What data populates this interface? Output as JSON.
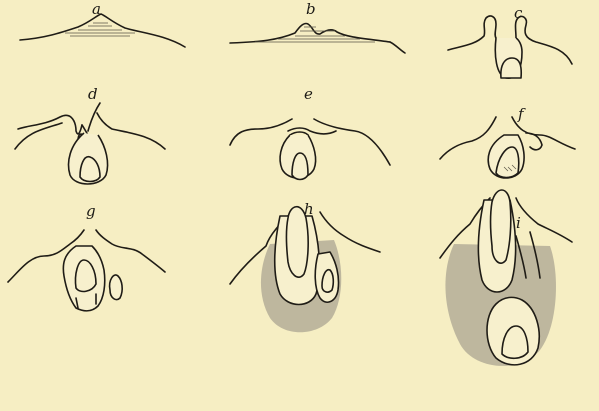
{
  "background_color": "#f6eec3",
  "ink_color": "#1f1c16",
  "panels": [
    {
      "id": "a",
      "label": "a"
    },
    {
      "id": "b",
      "label": "b"
    },
    {
      "id": "c",
      "label": "c"
    },
    {
      "id": "d",
      "label": "d"
    },
    {
      "id": "e",
      "label": "e"
    },
    {
      "id": "f",
      "label": "f"
    },
    {
      "id": "g",
      "label": "g"
    },
    {
      "id": "h",
      "label": "h"
    },
    {
      "id": "i",
      "label": "i"
    }
  ]
}
